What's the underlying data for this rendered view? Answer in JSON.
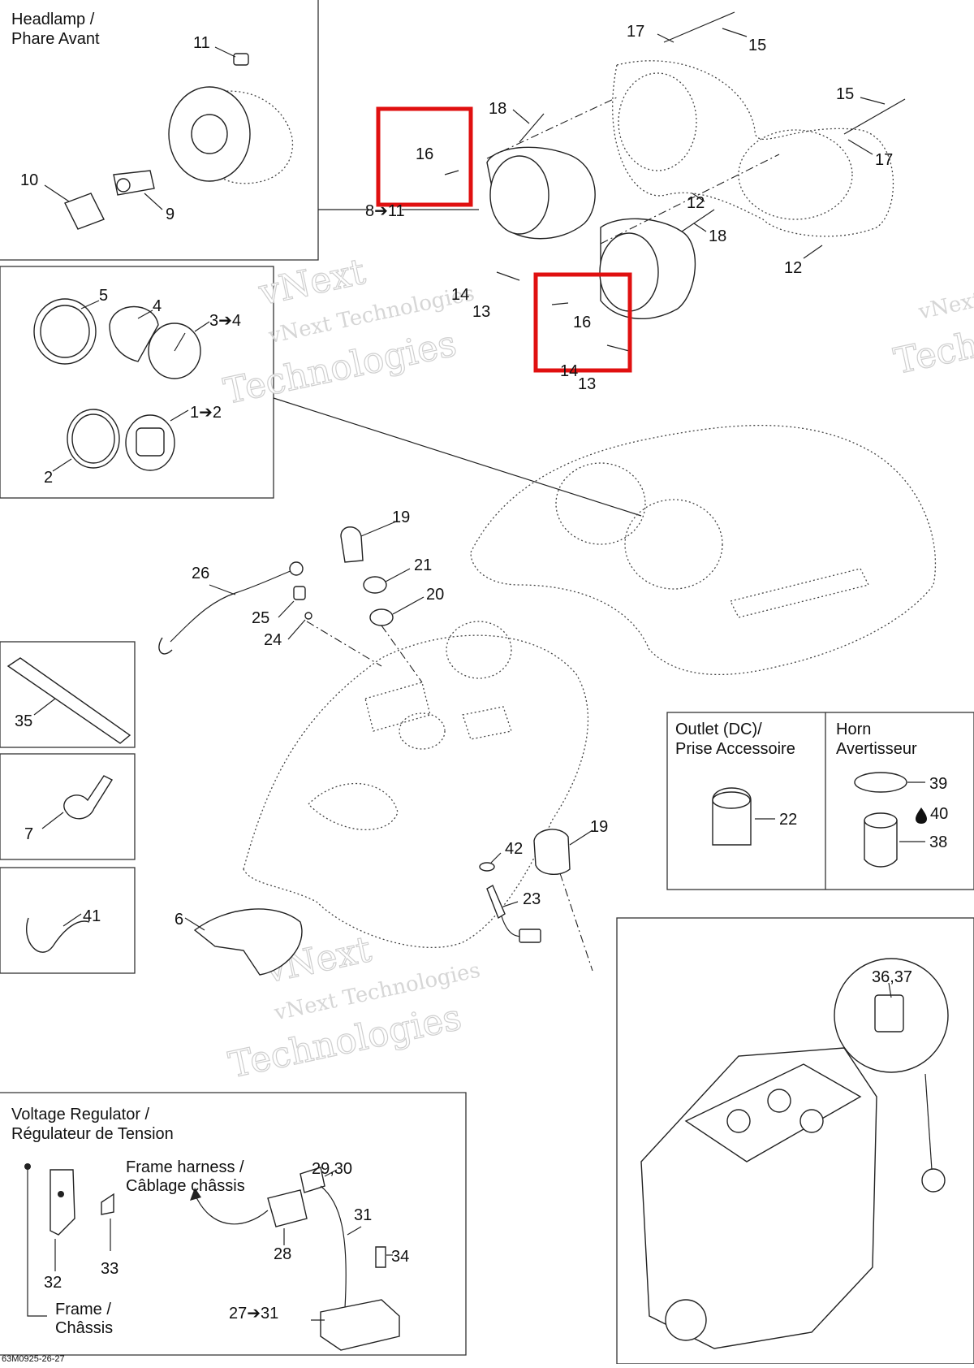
{
  "panels": {
    "headlamp": {
      "title_line1": "Headlamp /",
      "title_line2": "Phare Avant"
    },
    "outlet": {
      "title_line1": "Outlet (DC)/",
      "title_line2": "Prise Accessoire"
    },
    "horn": {
      "title_line1": "Horn",
      "title_line2": "Avertisseur"
    },
    "regulator": {
      "title_line1": "Voltage Regulator /",
      "title_line2": "Régulateur de Tension"
    }
  },
  "annotations": {
    "frame_harness_line1": "Frame harness /",
    "frame_harness_line2": "Câblage châssis",
    "frame_line1": "Frame /",
    "frame_line2": "Châssis"
  },
  "watermark": {
    "line1": "vNext Technologies",
    "line2": "Technologies",
    "big": "vNext"
  },
  "callouts": {
    "c11": "11",
    "c10": "10",
    "c9": "9",
    "c8_11": "8➔11",
    "c5": "5",
    "c4": "4",
    "c3_4": "3➔4",
    "c1_2": "1➔2",
    "c2": "2",
    "c17a": "17",
    "c15a": "15",
    "c15b": "15",
    "c17b": "17",
    "c18a": "18",
    "c18b": "18",
    "c16a": "16",
    "c16b": "16",
    "c12a": "12",
    "c12b": "12",
    "c14a": "14",
    "c13a": "13",
    "c14b": "14",
    "c13b": "13",
    "c19a": "19",
    "c21": "21",
    "c20": "20",
    "c26": "26",
    "c25": "25",
    "c24": "24",
    "c35": "35",
    "c7": "7",
    "c41": "41",
    "c6": "6",
    "c42": "42",
    "c23": "23",
    "c19b": "19",
    "c22": "22",
    "c39": "39",
    "c40": "40",
    "c38": "38",
    "c36_37": "36,37",
    "c29_30": "29,30",
    "c31": "31",
    "c28": "28",
    "c34": "34",
    "c27_31": "27➔31",
    "c32": "32",
    "c33": "33"
  },
  "figure_code": "63M0925-26-27",
  "highlight_color": "#e01010"
}
